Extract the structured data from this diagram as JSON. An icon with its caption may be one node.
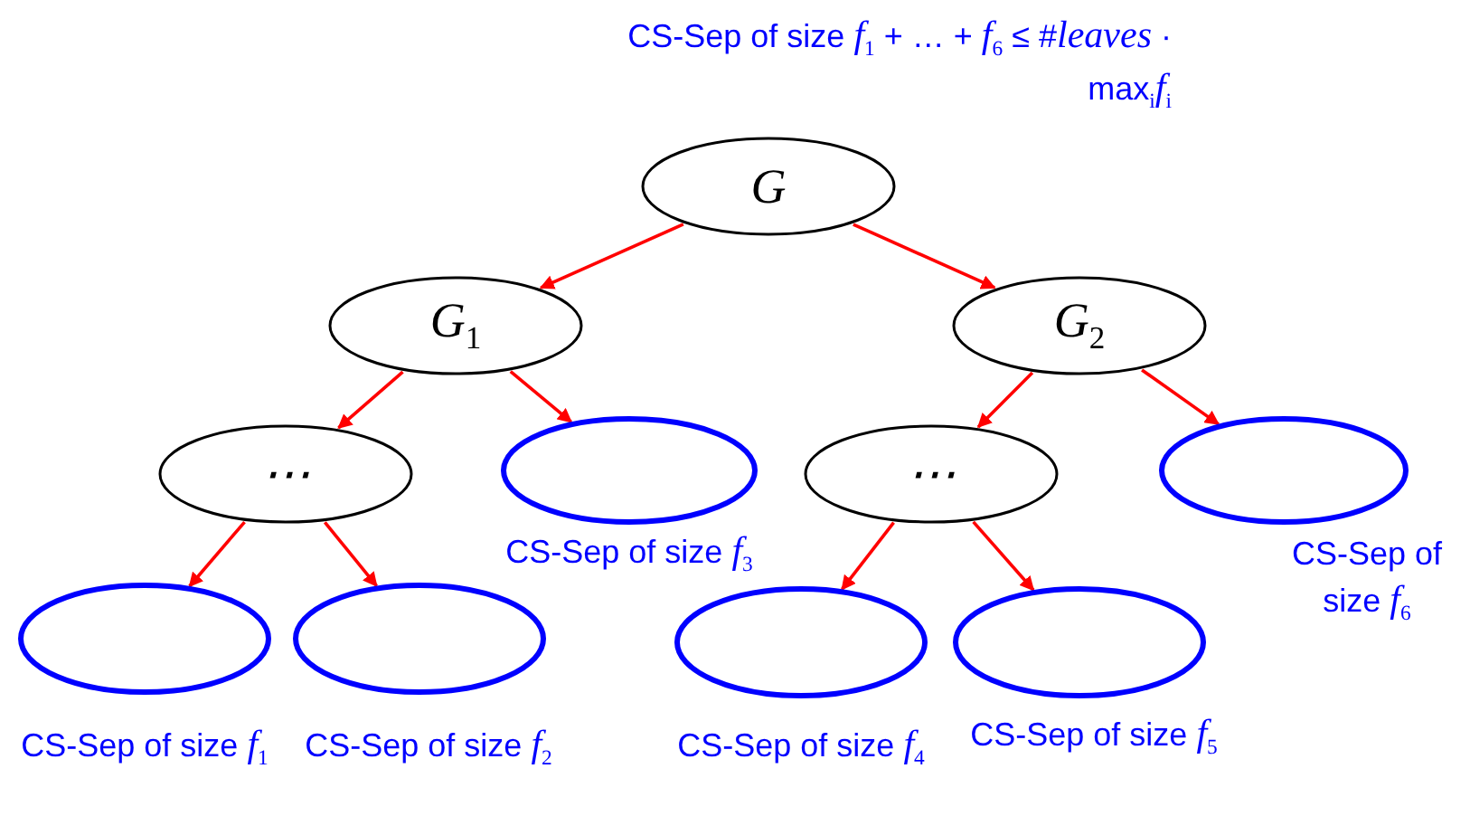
{
  "diagram": {
    "nodes": [
      {
        "text": [
          "G"
        ],
        "beside": [
          "CS-Sep of size *f*$_{1}$ + … + *f*$_{6}$ ≤ #*leaves* · max$_{i}$*f*$_{i}$"
        ]
      },
      {
        "text": [
          "G$_{1}$"
        ]
      },
      {
        "text": [
          "G$_{2}$"
        ]
      },
      {
        "text": [
          "⋯"
        ]
      },
      {
        "text": [],
        "shape": "ellipse",
        "beside": [
          "CS-Sep of size *f*$_{3}$"
        ]
      },
      {
        "text": [
          "⋯"
        ]
      },
      {
        "text": [],
        "shape": "ellipse",
        "beside": [
          "CS-Sep of size *f*$_{6}$"
        ]
      },
      {
        "text": [],
        "shape": "ellipse",
        "beside": [
          "CS-Sep of size *f*$_{1}$"
        ]
      },
      {
        "text": [],
        "shape": "ellipse",
        "beside": [
          "CS-Sep of size *f*$_{2}$"
        ]
      },
      {
        "text": [],
        "shape": "ellipse",
        "beside": [
          "CS-Sep of size *f*$_{4}$"
        ]
      },
      {
        "text": [],
        "shape": "ellipse",
        "beside": [
          "CS-Sep of size *f*$_{5}$"
        ]
      }
    ],
    "edges": [
      {
        "from": 0,
        "to": 1,
        "arrow": "to",
        "color": "#ff0000"
      },
      {
        "from": 0,
        "to": 2,
        "arrow": "to",
        "color": "#ff0000"
      },
      {
        "from": 1,
        "to": 3,
        "arrow": "to",
        "color": "#ff0000"
      },
      {
        "from": 1,
        "to": 4,
        "arrow": "to",
        "color": "#ff0000"
      },
      {
        "from": 2,
        "to": 5,
        "arrow": "to",
        "color": "#ff0000"
      },
      {
        "from": 2,
        "to": 6,
        "arrow": "to",
        "color": "#ff0000"
      },
      {
        "from": 3,
        "to": 7,
        "arrow": "to",
        "color": "#ff0000"
      },
      {
        "from": 3,
        "to": 8,
        "arrow": "to",
        "color": "#ff0000"
      },
      {
        "from": 5,
        "to": 9,
        "arrow": "to",
        "color": "#ff0000"
      },
      {
        "from": 5,
        "to": 10,
        "arrow": "to",
        "color": "#ff0000"
      }
    ]
  }
}
